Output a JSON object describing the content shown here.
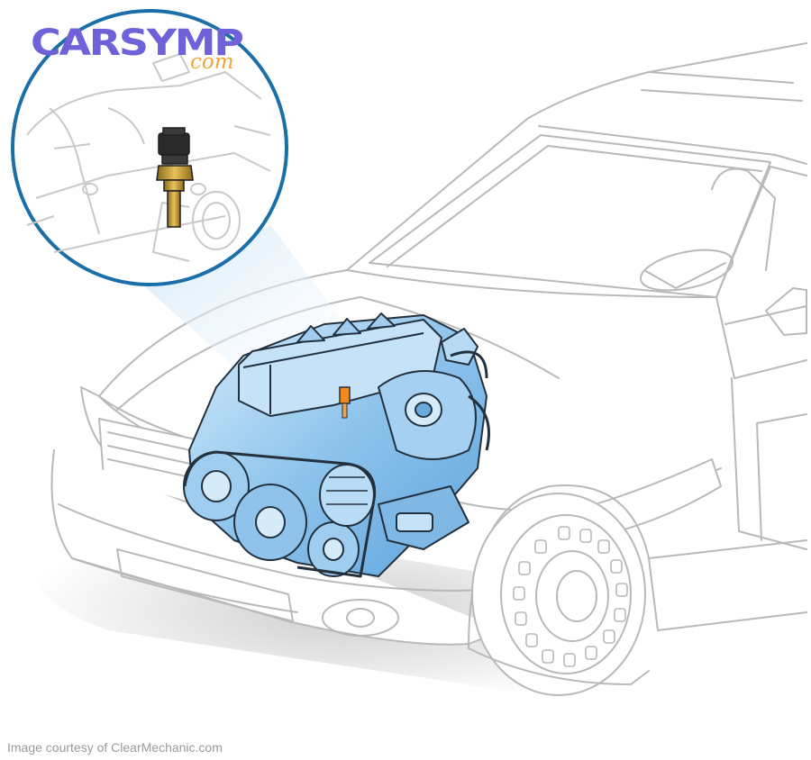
{
  "logo": {
    "main": "CARSYMP",
    "sub": "com"
  },
  "credit": "Image courtesy of ClearMechanic.com",
  "illustration": {
    "subject": [
      "car-outline",
      "engine",
      "coolant-temperature-sensor",
      "magnifier-callout"
    ]
  },
  "colors": {
    "logo_main": "#6f62d8",
    "logo_sub": "#f0a53a",
    "callout_ring": "#1a6fa8",
    "engine_fill": "#a9d2f2",
    "engine_line": "#23313f",
    "sensor_highlight": "#f08a1c",
    "car_line": "#b9b9b9",
    "credit_text": "#9a9a9a"
  }
}
